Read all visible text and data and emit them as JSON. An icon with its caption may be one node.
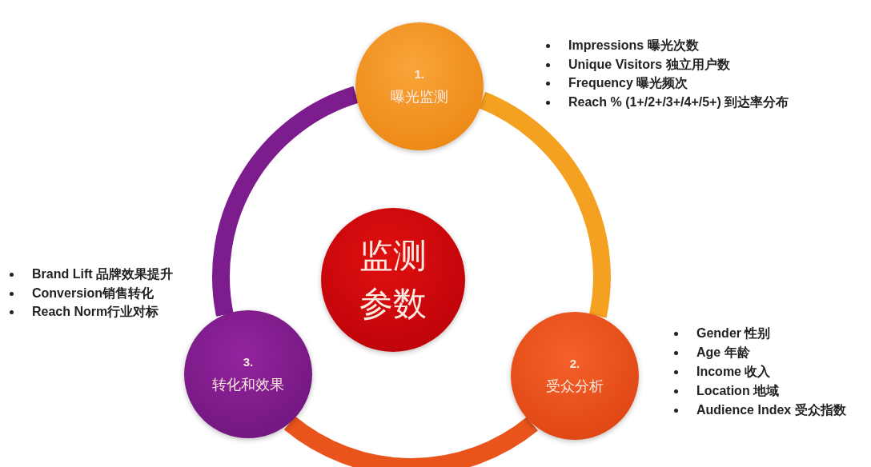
{
  "diagram": {
    "nodes": [
      {
        "text": [
          "监测参数"
        ]
      },
      {
        "text": [
          "1.",
          "曝光监测"
        ],
        "beside": [
          "Impressions 曝光次数",
          "Unique Visitors 独立用户数",
          "Frequency 曝光频次",
          "Reach % (1+/2+/3+/4+/5+) 到达率分布"
        ]
      },
      {
        "text": [
          "2.",
          "受众分析"
        ],
        "beside": [
          "Gender 性别",
          "Age 年龄",
          "Income 收入",
          "Location 地域",
          "Audience Index 受众指数"
        ]
      },
      {
        "text": [
          "3.",
          "转化和效果"
        ],
        "beside": [
          "Brand Lift 品牌效果提升",
          "Conversion销售转化",
          "Reach Norm行业对标"
        ]
      }
    ],
    "edges": [
      {
        "from": 1,
        "to": 2,
        "arrow": "none",
        "color": "#f4a020"
      },
      {
        "from": 2,
        "to": 3,
        "arrow": "none",
        "color": "#e9531c"
      },
      {
        "from": 3,
        "to": 1,
        "arrow": "none",
        "color": "#7d1c8c"
      }
    ]
  }
}
